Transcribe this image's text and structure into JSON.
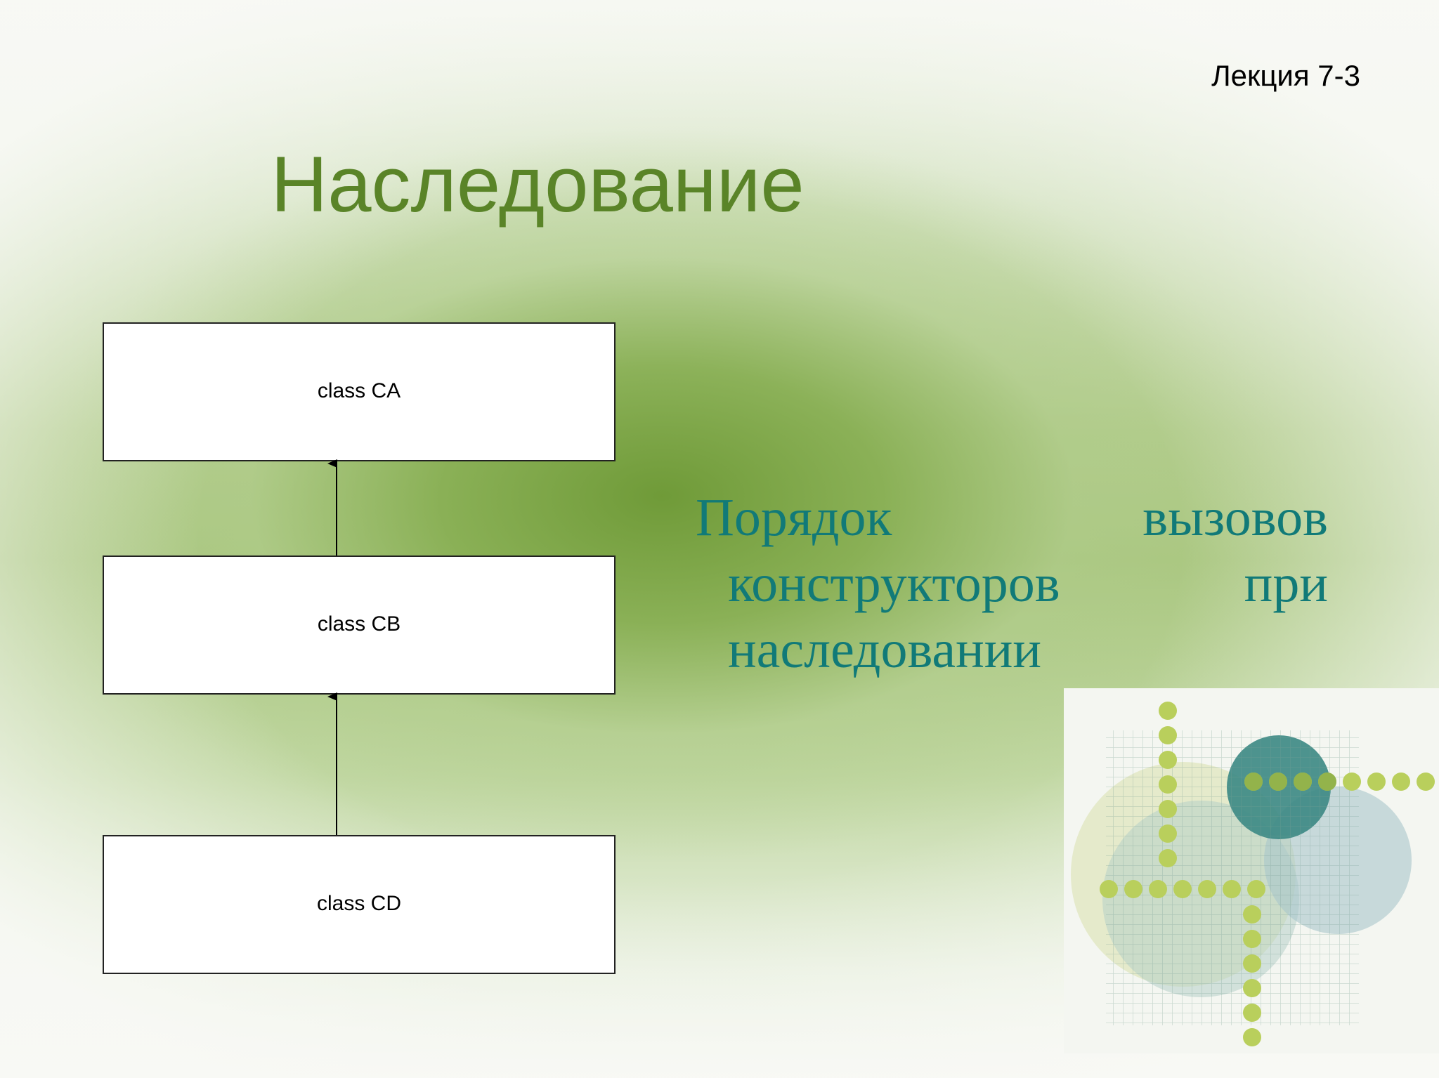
{
  "header": {
    "lecture": "Лекция 7-3"
  },
  "title": "Наследование",
  "diagram": {
    "nodes": [
      {
        "id": "ca",
        "label": "class CA"
      },
      {
        "id": "cb",
        "label": "class CB"
      },
      {
        "id": "cd",
        "label": "class CD"
      }
    ],
    "edges": [
      {
        "from": "cb",
        "to": "ca",
        "type": "inheritance-arrow"
      },
      {
        "from": "cd",
        "to": "cb",
        "type": "inheritance-arrow"
      }
    ]
  },
  "body": {
    "line1_a": "Порядок",
    "line1_b": "вызовов",
    "line2_a": "конструкторов",
    "line2_b": "при",
    "line3": "наследовании"
  },
  "colors": {
    "title": "#5a8428",
    "body_text": "#117a78",
    "background_green": "#a9c67f",
    "decor_teal": "#3e8a86",
    "decor_dots": "#b9cf5c"
  }
}
